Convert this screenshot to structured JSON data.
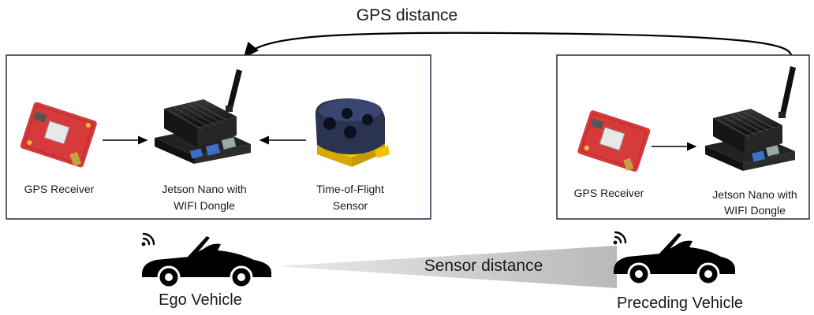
{
  "title": "GPS distance",
  "ego_box": {
    "gps_receiver_label": "GPS Receiver",
    "jetson_label_line1": "Jetson Nano with",
    "jetson_label_line2": "WIFI Dongle",
    "tof_label_line1": "Time-of-Flight",
    "tof_label_line2": "Sensor"
  },
  "preceding_box": {
    "gps_receiver_label": "GPS Receiver",
    "jetson_label_line1": "Jetson Nano with",
    "jetson_label_line2": "WIFI Dongle"
  },
  "sensor_distance_label": "Sensor distance",
  "ego_vehicle_label": "Ego Vehicle",
  "preceding_vehicle_label": "Preceding Vehicle",
  "colors": {
    "box_border": "#2b3a55",
    "gps_board": "#d63a3a",
    "jetson": "#1e1e1e",
    "tof_body": "#2a3350",
    "tof_base": "#f2c200",
    "car": "#000000",
    "cone": "#c8c8c8"
  },
  "icons": [
    "gps-board-icon",
    "jetson-nano-icon",
    "wifi-antenna-icon",
    "tof-sensor-icon",
    "car-icon",
    "wifi-signal-icon"
  ]
}
